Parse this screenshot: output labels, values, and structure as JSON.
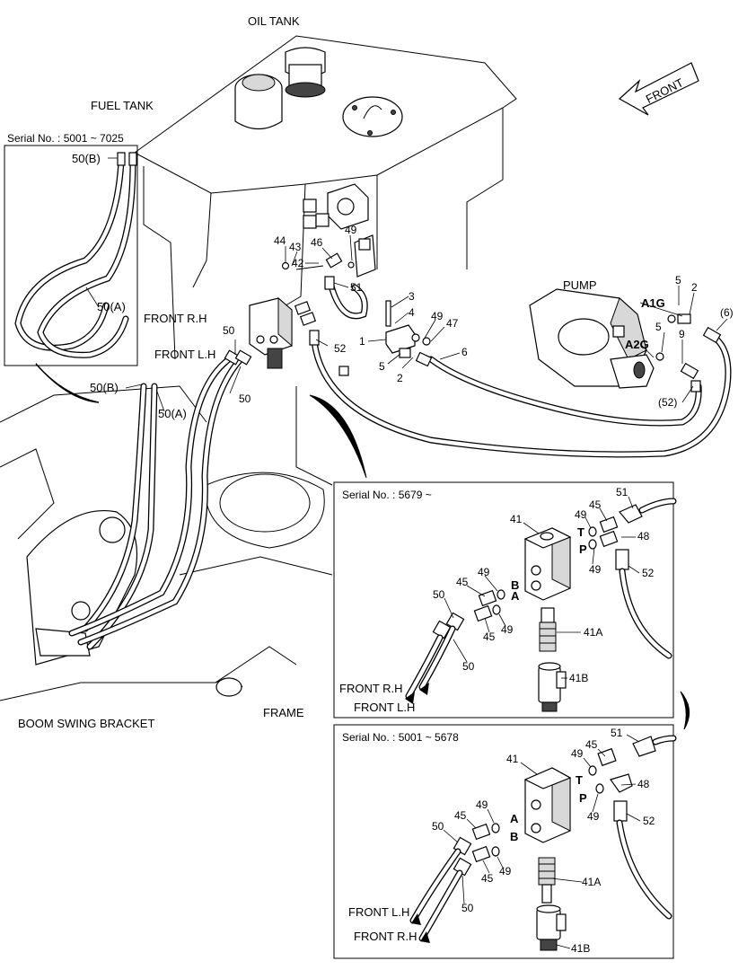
{
  "main": {
    "labels": {
      "oil_tank": "OIL TANK",
      "fuel_tank": "FUEL TANK",
      "front": "FRONT",
      "pump": "PUMP",
      "a1g": "A1G",
      "a2g": "A2G",
      "front_rh": "FRONT R.H",
      "front_lh": "FRONT L.H",
      "boom_swing_bracket": "BOOM SWING BRACKET",
      "frame": "FRAME"
    },
    "parts": {
      "p44": "44",
      "p43": "43",
      "p42": "42",
      "p46": "46",
      "p49a": "49",
      "p51": "51",
      "p3": "3",
      "p4": "4",
      "p1": "1",
      "p49b": "49",
      "p47": "47",
      "p52": "52",
      "p5a": "5",
      "p2a": "2",
      "p6": "6",
      "p50a": "50",
      "p50b": "50",
      "p5b": "5",
      "p2b": "2",
      "p6b": "(6)",
      "p5c": "5",
      "p9": "9",
      "p52b": "(52)"
    }
  },
  "inset_left": {
    "serial": "Serial No. : 5001 ~ 7025",
    "p50b": "50(B)",
    "p50a": "50(A)"
  },
  "main_hoses": {
    "p50b": "50(B)",
    "p50a": "50(A)"
  },
  "inset_a": {
    "serial": "Serial No. : 5679 ~",
    "p41": "41",
    "p45a": "45",
    "p51": "51",
    "p49a": "49",
    "t": "T",
    "p48": "48",
    "p": "P",
    "p49b": "49",
    "p52": "52",
    "p49c": "49",
    "p45b": "45",
    "b": "B",
    "p50a": "50",
    "a": "A",
    "p45c": "45",
    "p49d": "49",
    "p41a": "41A",
    "p50b": "50",
    "p41b": "41B",
    "front_rh": "FRONT R.H",
    "front_lh": "FRONT L.H"
  },
  "inset_b": {
    "serial": "Serial No. : 5001 ~ 5678",
    "p51": "51",
    "p45a": "45",
    "p49a": "49",
    "p41": "41",
    "t": "T",
    "p48": "48",
    "p": "P",
    "p49b": "49",
    "p49c": "49",
    "p45b": "45",
    "a": "A",
    "p50a": "50",
    "p52": "52",
    "b": "B",
    "p49d": "49",
    "p45c": "45",
    "p41a": "41A",
    "p50b": "50",
    "front_lh": "FRONT L.H",
    "front_rh": "FRONT R.H",
    "p41b": "41B"
  }
}
